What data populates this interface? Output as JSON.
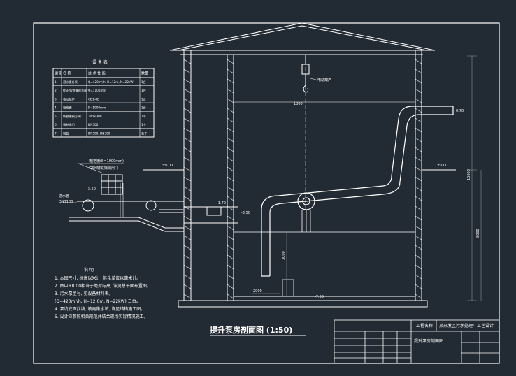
{
  "equipment_table": {
    "title": "设 备 表",
    "headers": [
      "编号",
      "名 称",
      "技 术 性 能",
      "数量"
    ],
    "rows": [
      [
        "1",
        "潜水提升泵",
        "Q=420m³/h, H=12m, N=22kW",
        "1台"
      ],
      [
        "2",
        "QSH铸铁镶铜方闸门",
        "Φ=1100mm",
        "1台"
      ],
      [
        "3",
        "电动葫芦",
        "CD1-8D",
        "1台"
      ],
      [
        "4",
        "粗格栅",
        "B=1000mm",
        "1台"
      ],
      [
        "5",
        "铸铁镶铜方闸门",
        "300×300",
        "1个"
      ],
      [
        "6",
        "钢制闸门",
        "DN500",
        "1个"
      ],
      [
        "7",
        "钢管",
        "DN500, DN300",
        "若干"
      ]
    ]
  },
  "labels": {
    "hoist_note": "电动葫芦",
    "screen_note_1": "粗格栅(B=1000mm)",
    "screen_note_2": "QSH铸铁镶铜闸门",
    "inlet_pipe_name": "进水管",
    "inlet_pipe_size": "DN1100",
    "level_left": "-3.50",
    "ground_left": "±0.00",
    "ground_right": "±0.00",
    "out_level": "0.70",
    "pipe_level": "-1.70",
    "water_level": "-3.50",
    "bottom_level": "-7.50",
    "dim_top": "1300",
    "dim_right_total": "15000",
    "dim_right_lower": "8000",
    "dim_mid": "3000",
    "dim_bottom": "2000"
  },
  "notes": {
    "title": "说 明",
    "items": [
      "1. 本图尺寸, 标高以米计, 其余单位以毫米计。",
      "2. 图中±0.00相当于绝对标高, 详见总平面布置图。",
      "3. 污水泵型号, 见设备材料表。",
      "(Q=420m³/h, H=12.0m, N=22kW) 三台。",
      "4. 泵坑底面找坡, 坡向集水坑, 详见结构施工图。",
      "5. 设计应参照相关规范并结合现场实际情况施工。"
    ]
  },
  "drawing_title": "提升泵房剖面图 (1:50)",
  "title_block": {
    "project_label": "工程名称",
    "project_name": "某开发区污水处理厂工艺设计",
    "drawing_name": "提升泵房剖面图"
  },
  "colors": {
    "background": "#222a33",
    "lines": "#ffffff",
    "dim_lines": "#9aa0a6"
  }
}
